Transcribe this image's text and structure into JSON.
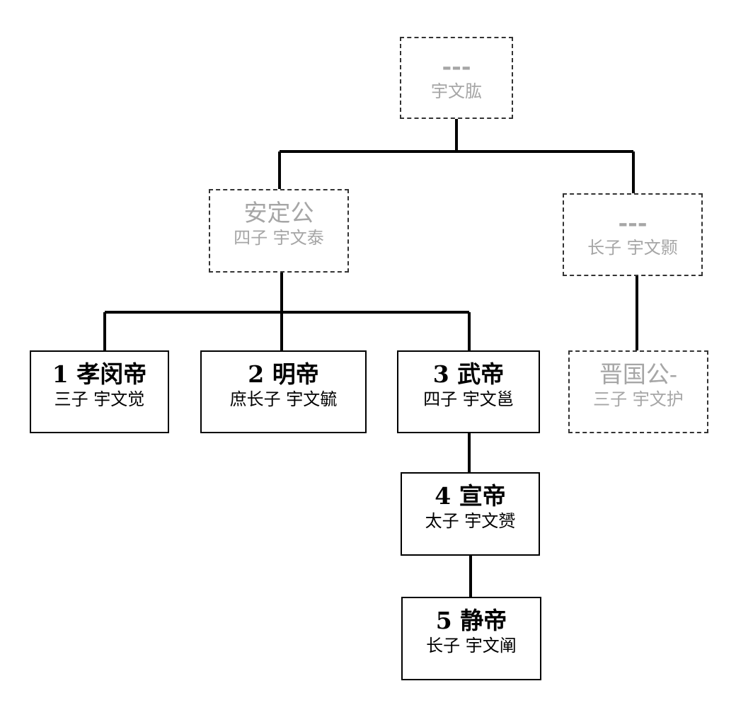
{
  "nodes": {
    "yuwen_gong": {
      "title": "---",
      "subtitle": "宇文肱",
      "style": "dashed"
    },
    "anding_gong": {
      "title": "安定公",
      "subtitle": "四子  宇文泰",
      "style": "dashed"
    },
    "yuwen_hao": {
      "title": "---",
      "subtitle": "长子  宇文颢",
      "style": "dashed"
    },
    "xiaomin_di": {
      "title": "1 孝闵帝",
      "subtitle": "三子  宇文觉",
      "style": "solid"
    },
    "ming_di": {
      "title": "2 明帝",
      "subtitle": "庶长子  宇文毓",
      "style": "solid"
    },
    "wu_di": {
      "title": "3 武帝",
      "subtitle": "四子  宇文邕",
      "style": "solid"
    },
    "jinguo_gong": {
      "title": "晋国公-",
      "subtitle": "三子  宇文护",
      "style": "dashed"
    },
    "xuan_di": {
      "title": "4 宣帝",
      "subtitle": "太子  宇文赟",
      "style": "solid"
    },
    "jing_di": {
      "title": "5 静帝",
      "subtitle": "长子  宇文阐",
      "style": "solid"
    }
  },
  "edges": [
    [
      "yuwen_gong",
      "anding_gong"
    ],
    [
      "yuwen_gong",
      "yuwen_hao"
    ],
    [
      "anding_gong",
      "xiaomin_di"
    ],
    [
      "anding_gong",
      "ming_di"
    ],
    [
      "anding_gong",
      "wu_di"
    ],
    [
      "yuwen_hao",
      "jinguo_gong"
    ],
    [
      "wu_di",
      "xuan_di"
    ],
    [
      "xuan_di",
      "jing_di"
    ]
  ]
}
